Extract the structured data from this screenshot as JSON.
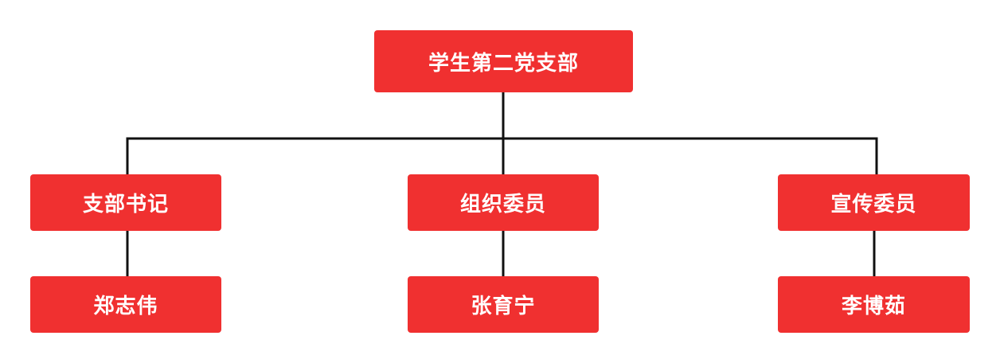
{
  "org_chart": {
    "root": {
      "label": "学生第二党支部"
    },
    "positions": [
      {
        "role": "支部书记",
        "person": "郑志伟"
      },
      {
        "role": "组织委员",
        "person": "张育宁"
      },
      {
        "role": "宣传委员",
        "person": "李博茹"
      }
    ],
    "colors": {
      "node_fill": "#f03030",
      "node_text": "#ffffff",
      "connector": "#111111"
    }
  }
}
